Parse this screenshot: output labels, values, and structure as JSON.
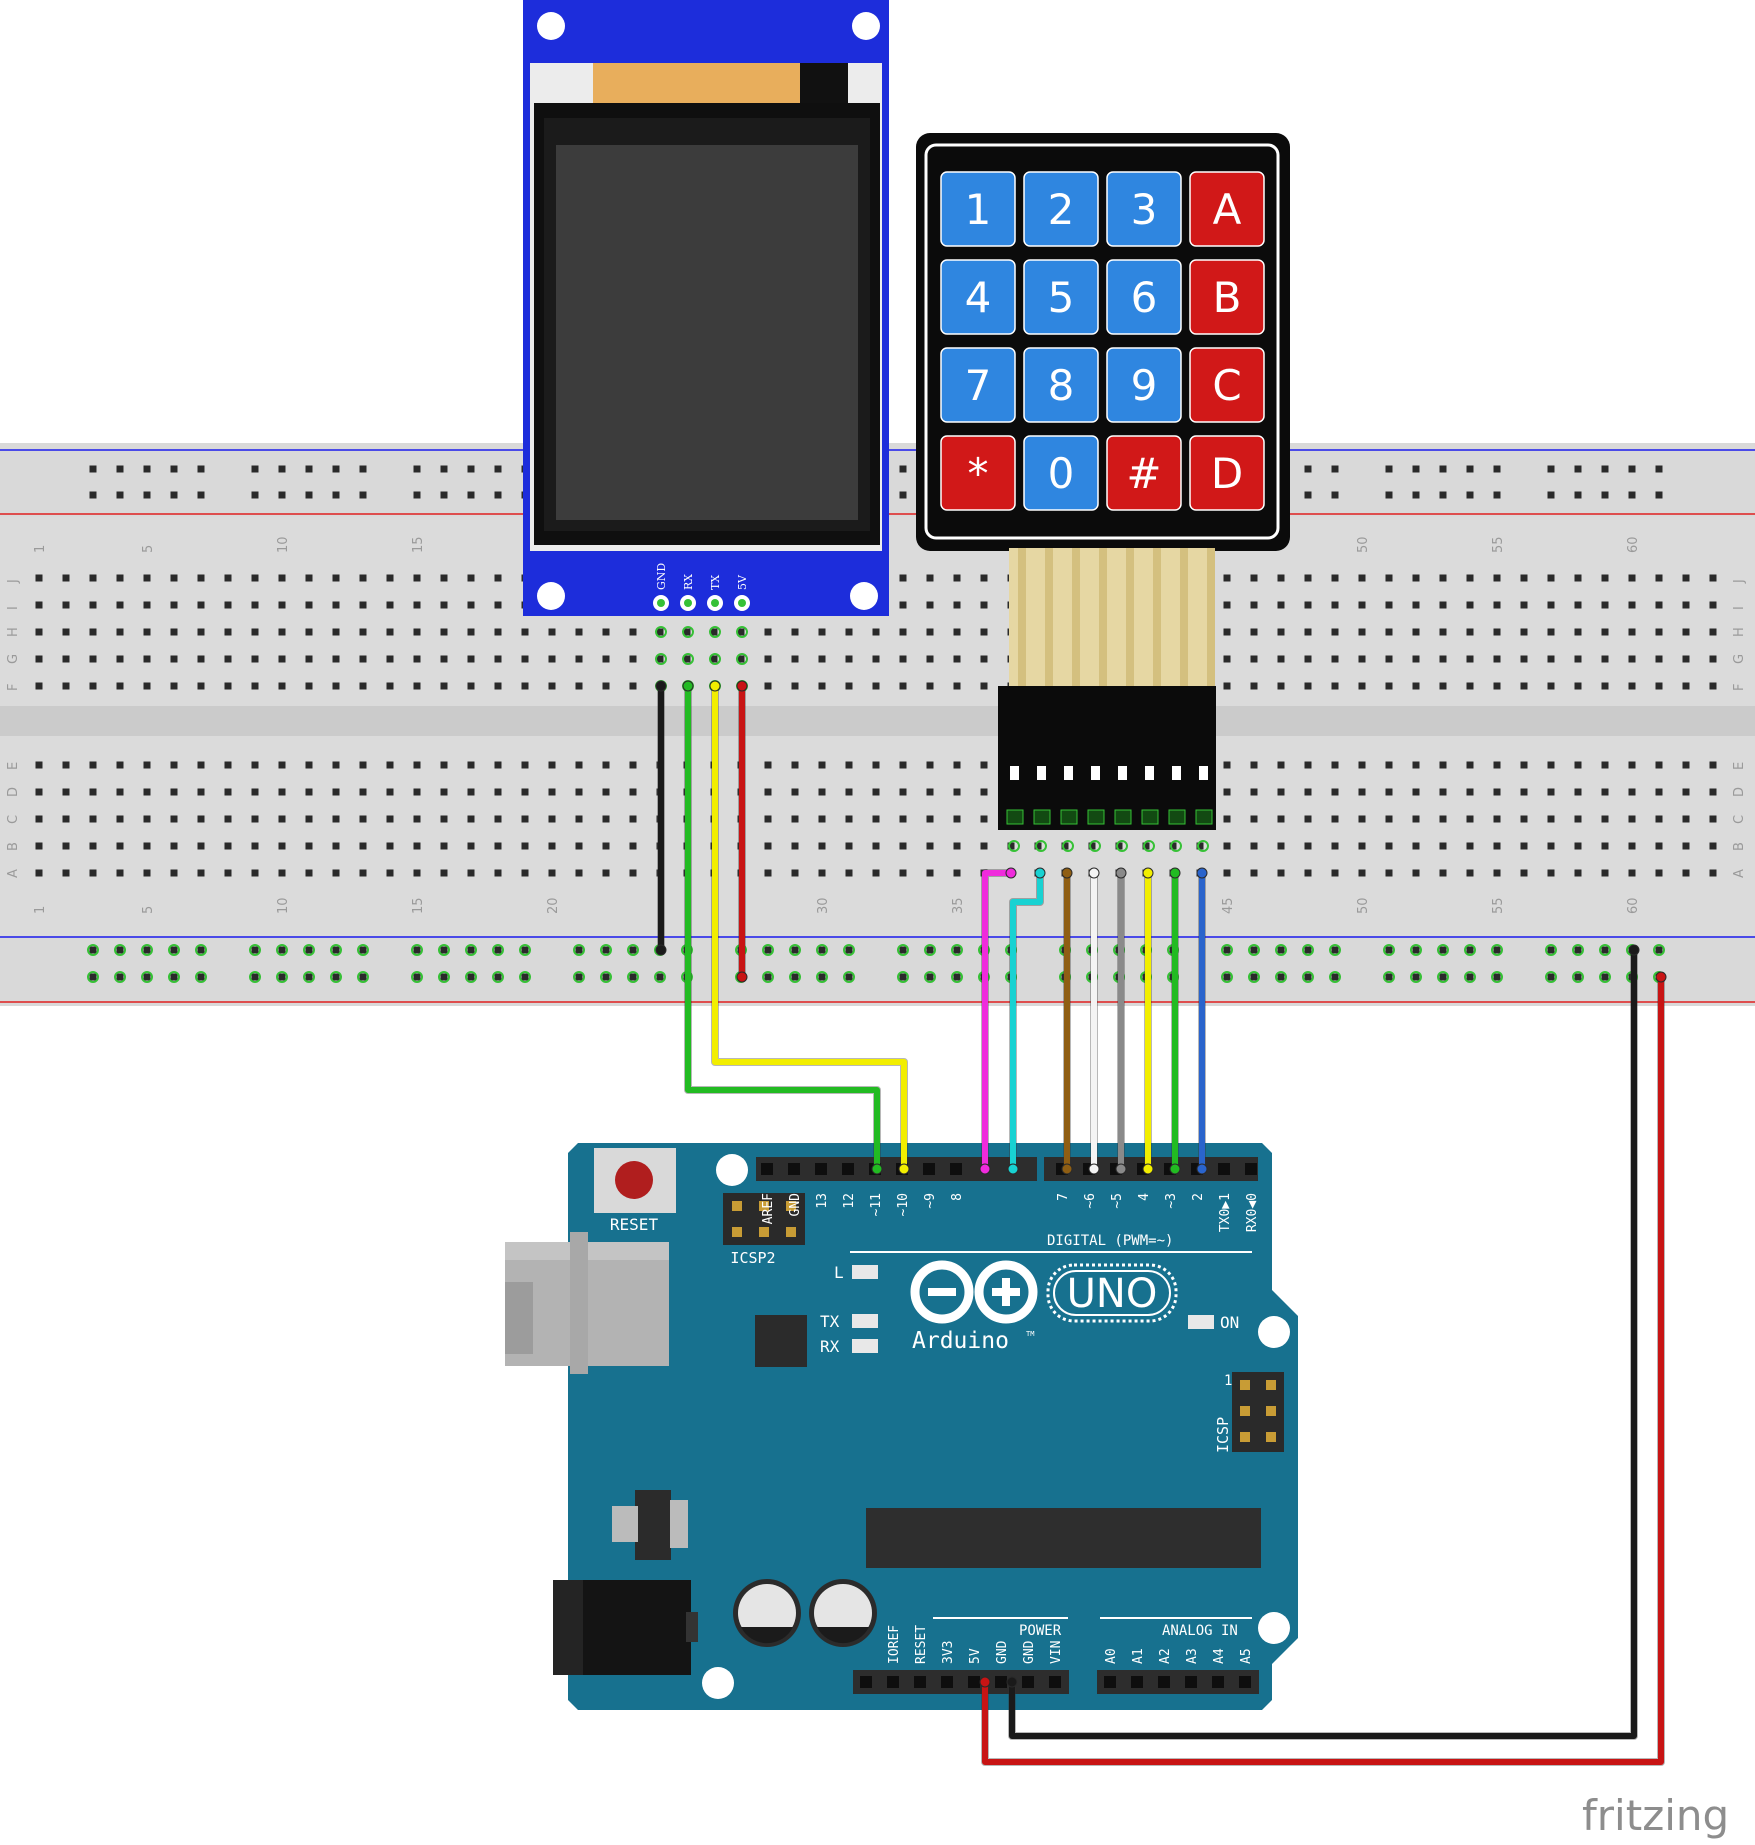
{
  "breadboard": {
    "col_nums_top": [
      "1",
      "5",
      "10",
      "15",
      "50",
      "55",
      "60"
    ],
    "col_nums_bottom": [
      "1",
      "5",
      "10",
      "15",
      "20",
      "30",
      "35",
      "45",
      "50",
      "55",
      "60"
    ],
    "rows_upper": [
      "J",
      "I",
      "H",
      "G",
      "F"
    ],
    "rows_lower": [
      "E",
      "D",
      "C",
      "B",
      "A"
    ]
  },
  "lcd": {
    "pins": [
      "GND",
      "RX",
      "TX",
      "5V"
    ]
  },
  "keypad": {
    "keys": [
      {
        "label": "1",
        "kind": "num"
      },
      {
        "label": "2",
        "kind": "num"
      },
      {
        "label": "3",
        "kind": "num"
      },
      {
        "label": "A",
        "kind": "fn"
      },
      {
        "label": "4",
        "kind": "num"
      },
      {
        "label": "5",
        "kind": "num"
      },
      {
        "label": "6",
        "kind": "num"
      },
      {
        "label": "B",
        "kind": "fn"
      },
      {
        "label": "7",
        "kind": "num"
      },
      {
        "label": "8",
        "kind": "num"
      },
      {
        "label": "9",
        "kind": "num"
      },
      {
        "label": "C",
        "kind": "fn"
      },
      {
        "label": "*",
        "kind": "fn"
      },
      {
        "label": "0",
        "kind": "num"
      },
      {
        "label": "#",
        "kind": "fn"
      },
      {
        "label": "D",
        "kind": "fn"
      }
    ]
  },
  "arduino": {
    "reset_label": "RESET",
    "icsp2_label": "ICSP2",
    "icsp_label": "ICSP",
    "icsp_pin1": "1",
    "digital_label": "DIGITAL (PWM=~)",
    "digital_pins": [
      "AREF",
      "GND",
      "13",
      "12",
      "~11",
      "~10",
      "~9",
      "8",
      "7",
      "~6",
      "~5",
      "4",
      "~3",
      "2",
      "TX0▶1",
      "RX0◀0"
    ],
    "led_l": "L",
    "led_tx": "TX",
    "led_rx": "RX",
    "led_on": "ON",
    "logo_text": "Arduino",
    "logo_tm": "TM",
    "uno_label": "UNO",
    "power_label": "POWER",
    "power_pins": [
      "IOREF",
      "RESET",
      "3V3",
      "5V",
      "GND",
      "GND",
      "VIN"
    ],
    "analog_label": "ANALOG IN",
    "analog_pins": [
      "A0",
      "A1",
      "A2",
      "A3",
      "A4",
      "A5"
    ]
  },
  "watermark": "fritzing",
  "colors": {
    "breadboard": "#d9d9d9",
    "board": "#17718f",
    "lcd_pcb": "#1d2ddb",
    "key_blue": "#2f86e0",
    "key_red": "#d11818",
    "wire_black": "#1a1a1a",
    "wire_red": "#c81414",
    "wire_green": "#22bb22",
    "wire_yellow": "#f2ee00",
    "wire_magenta": "#ef2bdc",
    "wire_cyan": "#18d2d2",
    "wire_brown": "#8f5e13",
    "wire_white": "#f4f4f4",
    "wire_gray": "#8a8a8a",
    "wire_blue": "#2a64cc"
  }
}
